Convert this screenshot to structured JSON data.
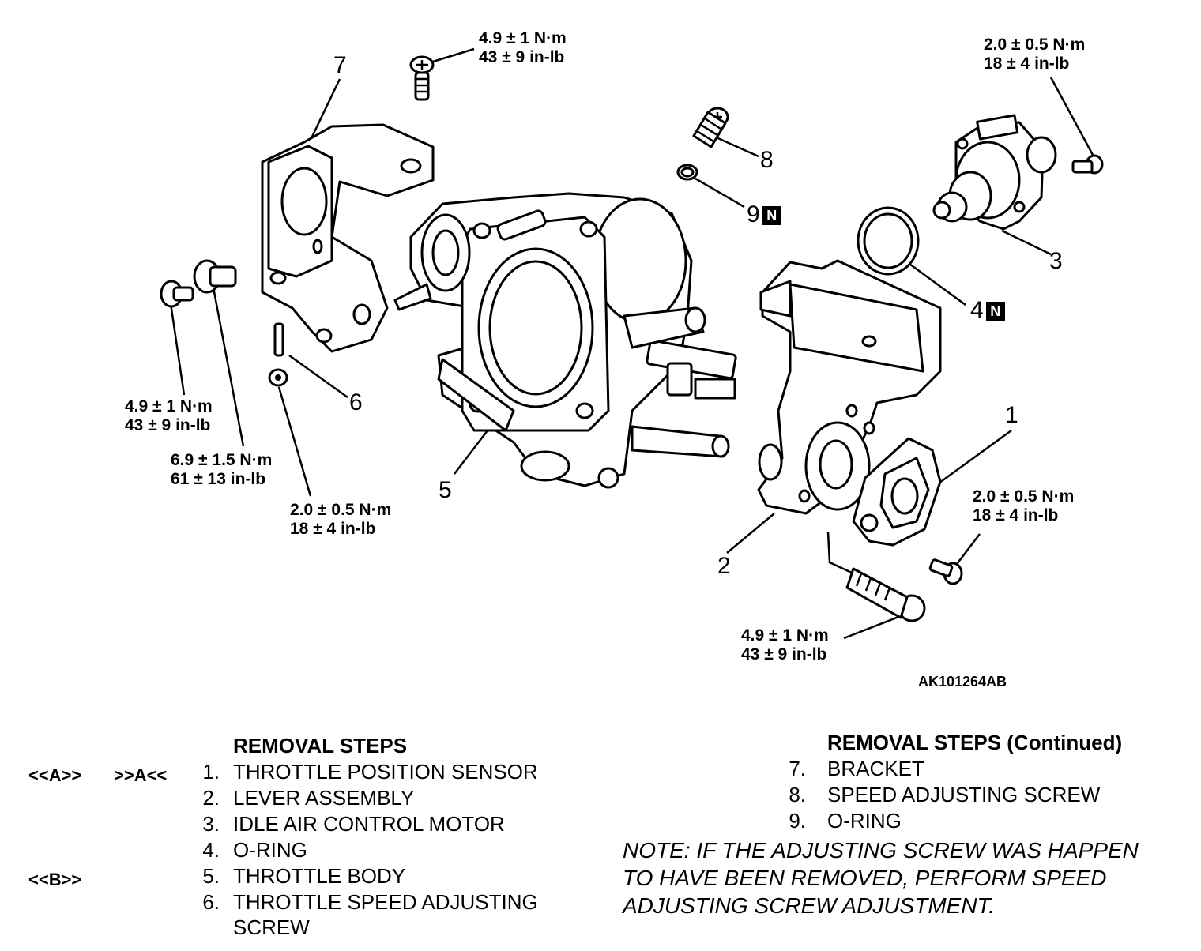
{
  "diagram": {
    "figure_id": "AK101264AB",
    "torques": {
      "t_top": [
        "4.9 ± 1 N·m",
        "43 ± 9 in-lb"
      ],
      "t_iac": [
        "2.0 ± 0.5 N·m",
        "18 ± 4 in-lb"
      ],
      "t_left1": [
        "4.9 ± 1 N·m",
        "43 ± 9 in-lb"
      ],
      "t_left2": [
        "6.9 ± 1.5 N·m",
        "61 ± 13 in-lb"
      ],
      "t_left3": [
        "2.0 ± 0.5 N·m",
        "18 ± 4 in-lb"
      ],
      "t_tps": [
        "2.0 ± 0.5 N·m",
        "18 ± 4 in-lb"
      ],
      "t_lever": [
        "4.9 ± 1 N·m",
        "43 ± 9 in-lb"
      ]
    },
    "callouts": {
      "c1": "1",
      "c2": "2",
      "c3": "3",
      "c4": "4",
      "c5": "5",
      "c6": "6",
      "c7": "7",
      "c8": "8",
      "c9": "9"
    },
    "new_part_mark": "N"
  },
  "steps_left": {
    "heading": "REMOVAL STEPS",
    "items": [
      {
        "num": "1.",
        "label": "THROTTLE POSITION SENSOR",
        "ref1": "<<A>>",
        "ref2": ">>A<<"
      },
      {
        "num": "2.",
        "label": "LEVER ASSEMBLY"
      },
      {
        "num": "3.",
        "label": "IDLE AIR CONTROL MOTOR"
      },
      {
        "num": "4.",
        "label": "O-RING"
      },
      {
        "num": "5.",
        "label": "THROTTLE BODY",
        "ref1": "<<B>>"
      },
      {
        "num": "6.",
        "label": "THROTTLE SPEED ADJUSTING"
      },
      {
        "num": "",
        "label": "SCREW"
      }
    ]
  },
  "steps_right": {
    "heading": "REMOVAL STEPS (Continued)",
    "items": [
      {
        "num": "7.",
        "label": "BRACKET"
      },
      {
        "num": "8.",
        "label": "SPEED ADJUSTING SCREW"
      },
      {
        "num": "9.",
        "label": "O-RING"
      }
    ]
  },
  "note": [
    "NOTE: IF THE ADJUSTING SCREW WAS HAPPEN",
    "TO HAVE BEEN REMOVED, PERFORM SPEED",
    "ADJUSTING SCREW ADJUSTMENT."
  ]
}
